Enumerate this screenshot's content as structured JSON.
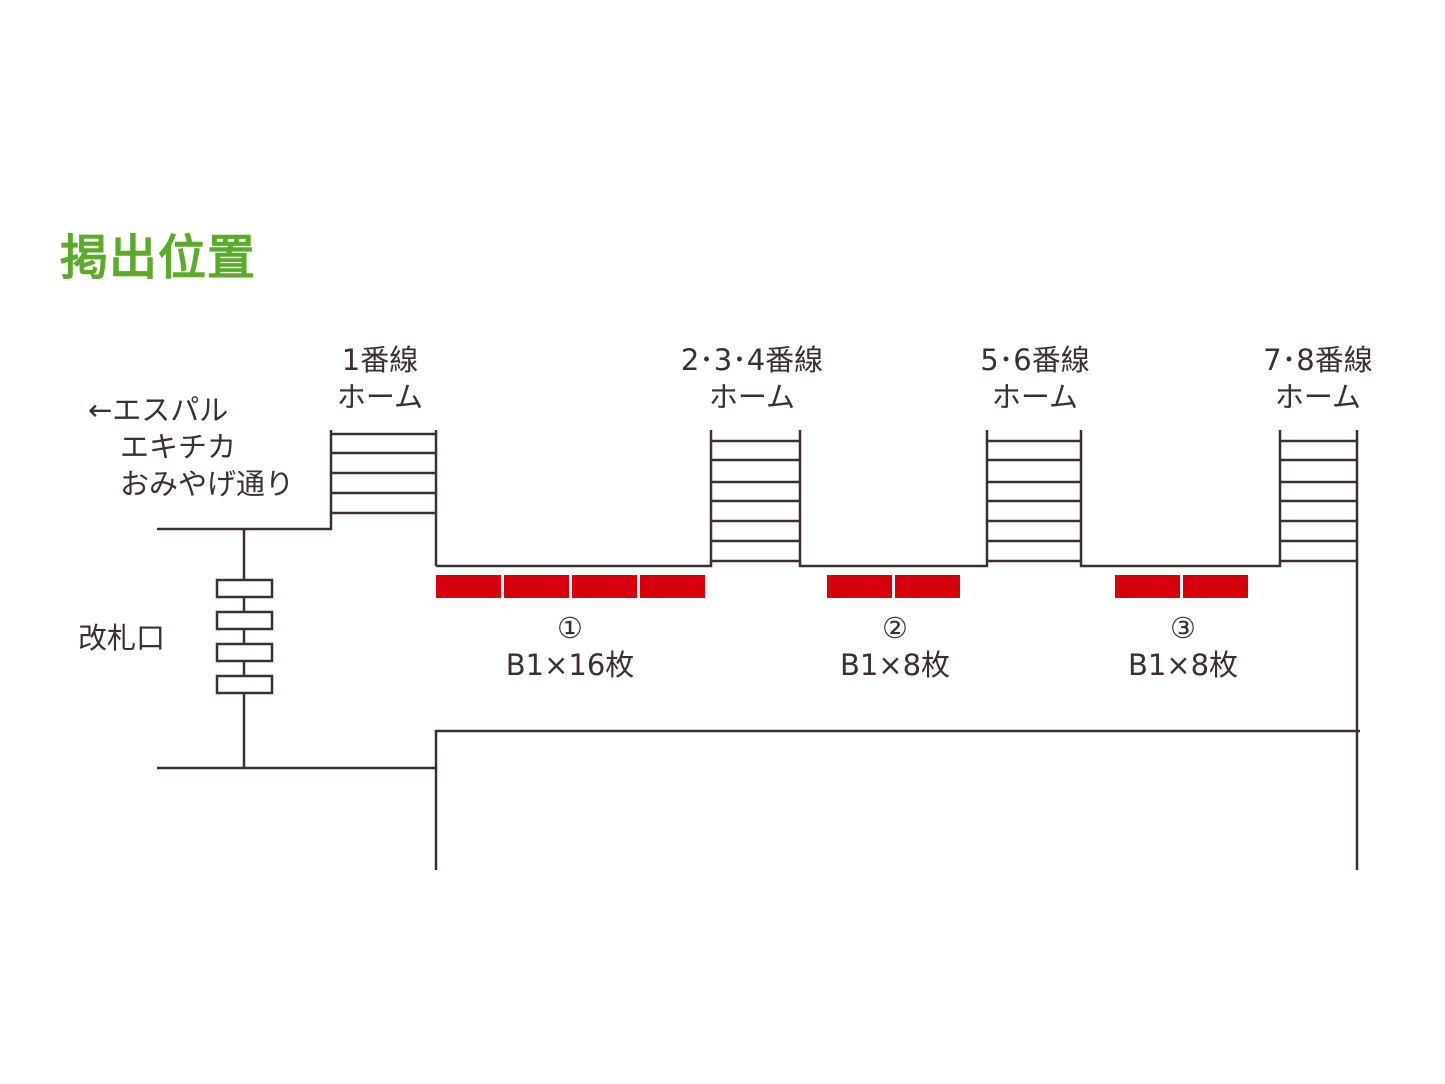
{
  "title": "掲出位置",
  "colors": {
    "title": "#5aab2a",
    "poster": "#d7000f",
    "line": "#3a3030"
  },
  "direction_label": [
    "←エスパル",
    "エキチカ",
    "おみやげ通り"
  ],
  "gate_label": "改札口",
  "platforms": [
    {
      "line": "1番線",
      "name": "ホーム"
    },
    {
      "line": "2･3･4番線",
      "name": "ホーム"
    },
    {
      "line": "5･6番線",
      "name": "ホーム"
    },
    {
      "line": "7･8番線",
      "name": "ホーム"
    }
  ],
  "poster_groups": [
    {
      "number": "①",
      "spec": "B1×16枚",
      "panels": 4
    },
    {
      "number": "②",
      "spec": "B1×8枚",
      "panels": 2
    },
    {
      "number": "③",
      "spec": "B1×8枚",
      "panels": 2
    }
  ]
}
